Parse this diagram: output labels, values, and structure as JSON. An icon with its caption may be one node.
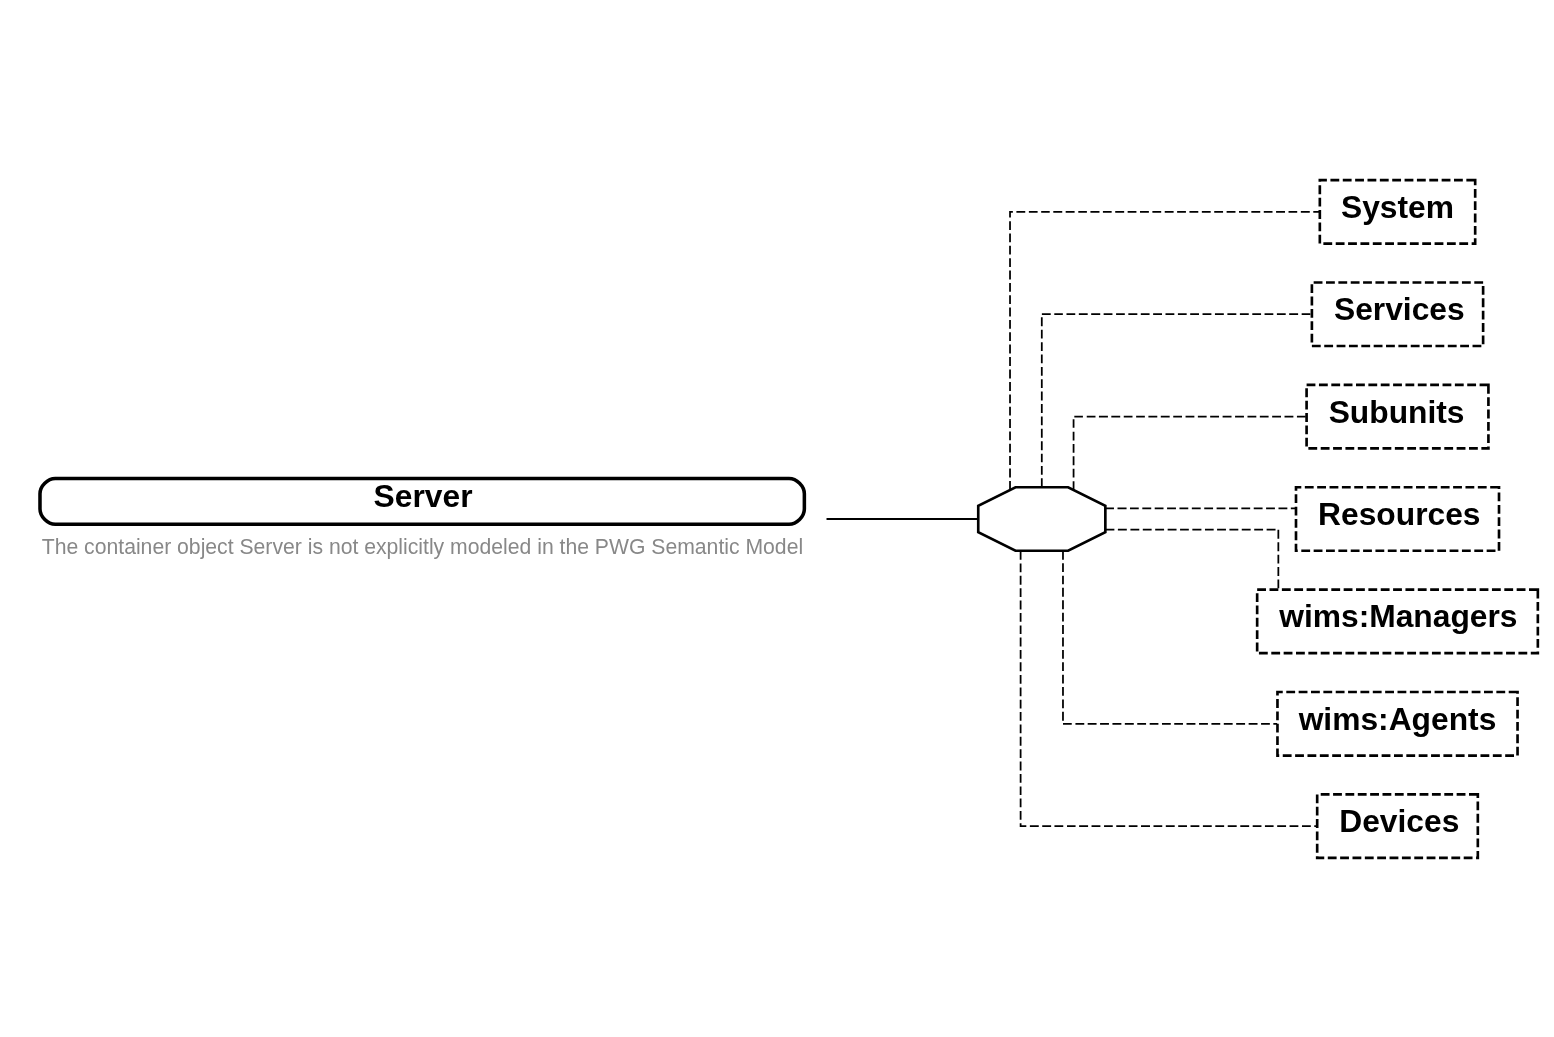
{
  "diagram": {
    "nodes": [
      {
        "text": [
          "Server"
        ],
        "beside": [
          "The container object Server is not explicitly modeled in the PWG Semantic Model"
        ]
      },
      {
        "text": [],
        "shape": "octagon"
      },
      {
        "text": [
          "System"
        ]
      },
      {
        "text": [
          "Services"
        ]
      },
      {
        "text": [
          "Subunits"
        ]
      },
      {
        "text": [
          "Resources"
        ]
      },
      {
        "text": [
          "wims:Managers"
        ]
      },
      {
        "text": [
          "wims:Agents"
        ]
      },
      {
        "text": [
          "Devices"
        ]
      }
    ],
    "edges": [
      {
        "from": 0,
        "to": 1,
        "arrow": "none"
      },
      {
        "from": 1,
        "to": 2,
        "arrow": "none",
        "style": "dashed"
      },
      {
        "from": 1,
        "to": 3,
        "arrow": "none",
        "style": "dashed"
      },
      {
        "from": 1,
        "to": 4,
        "arrow": "none",
        "style": "dashed"
      },
      {
        "from": 1,
        "to": 5,
        "arrow": "none",
        "style": "dashed"
      },
      {
        "from": 1,
        "to": 6,
        "arrow": "none",
        "style": "dashed"
      },
      {
        "from": 1,
        "to": 7,
        "arrow": "none",
        "style": "dashed"
      },
      {
        "from": 1,
        "to": 8,
        "arrow": "none",
        "style": "dashed"
      }
    ]
  }
}
